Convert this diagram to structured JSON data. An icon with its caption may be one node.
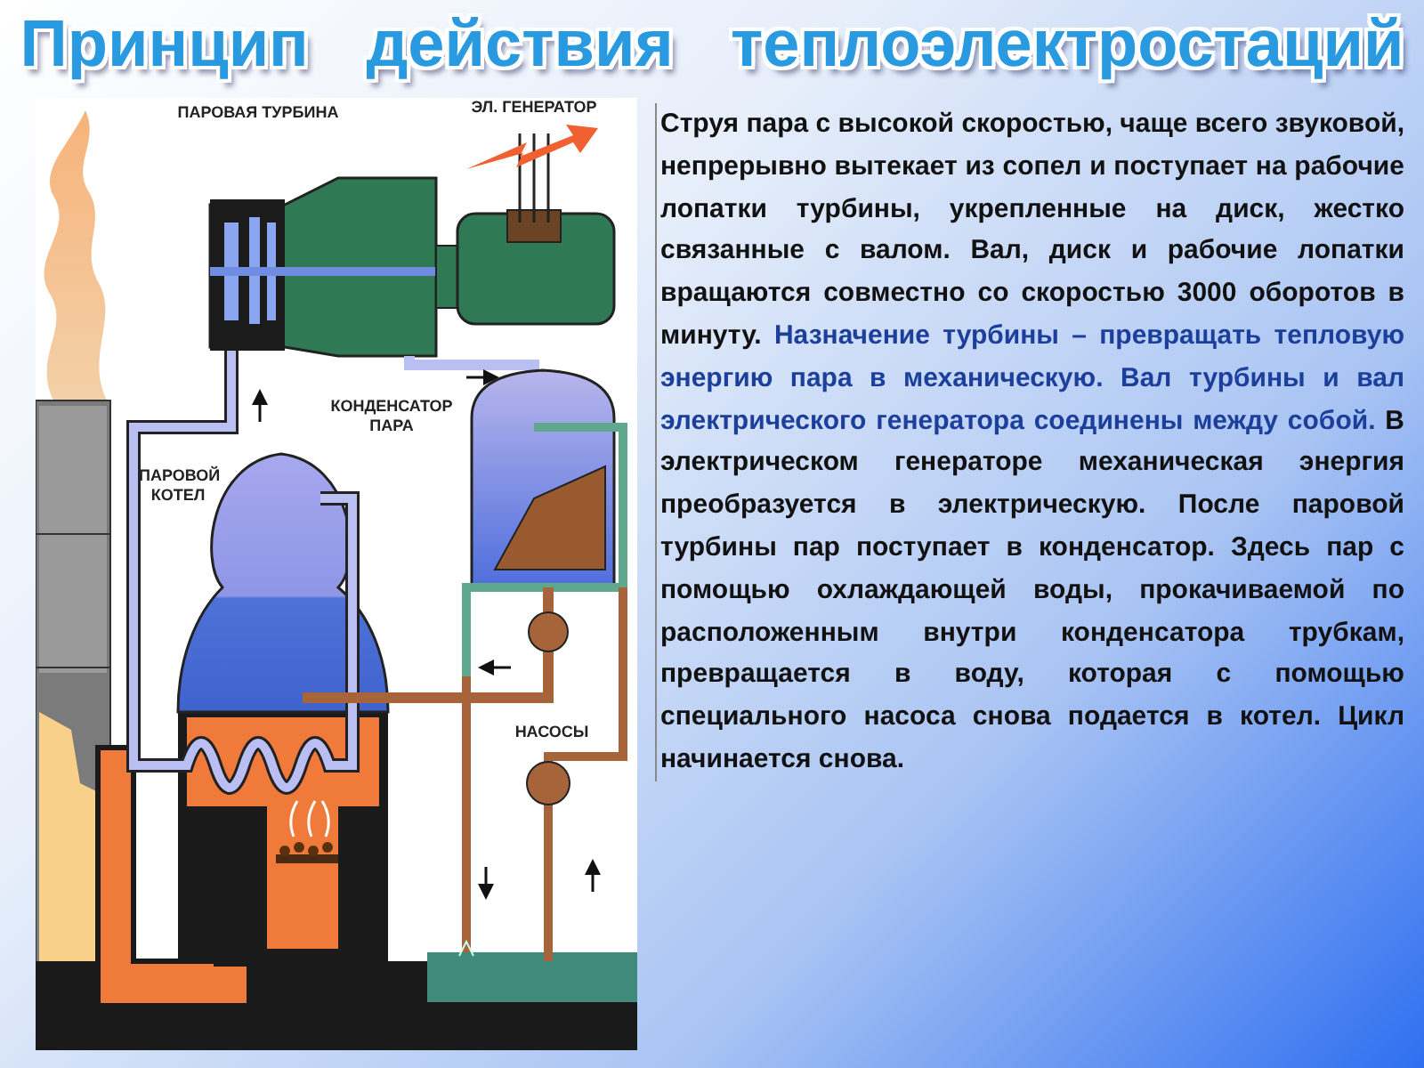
{
  "diagram": {
    "title": "Принцип действия теплоэлектростаций",
    "labels": [
      "ПАРОВАЯ ТУРБИНА",
      "ЭЛ. ГЕНЕРАТОР",
      "КОНДЕНСАТОР ПАРА",
      "ПАРОВОЙ КОТЕЛ",
      "НАСОСЫ",
      "Струя пара с высокой скоростью, чаще всего звуковой, непрерывно вытекает из сопел и поступает на рабочие лопатки турбины, укрепленные на диск, жестко связанные с валом. Вал, диск и рабочие лопатки вращаются совместно со скоростью 3000 оборотов в минуту.",
      "Назначение турбины – превращать тепловую энергию пара в механическую. Вал турбины и вал электрического генератора соединены между собой.",
      "В электрическом генераторе механическая энергия преобразуется в электрическую. После паровой турбины пар поступает в конденсатор. Здесь пар с помощью охлаждающей воды, прокачиваемой по расположенным внутри конденсатора трубкам, превращается в воду, которая с помощью специального насоса снова подается в котел. Цикл начинается снова."
    ]
  }
}
